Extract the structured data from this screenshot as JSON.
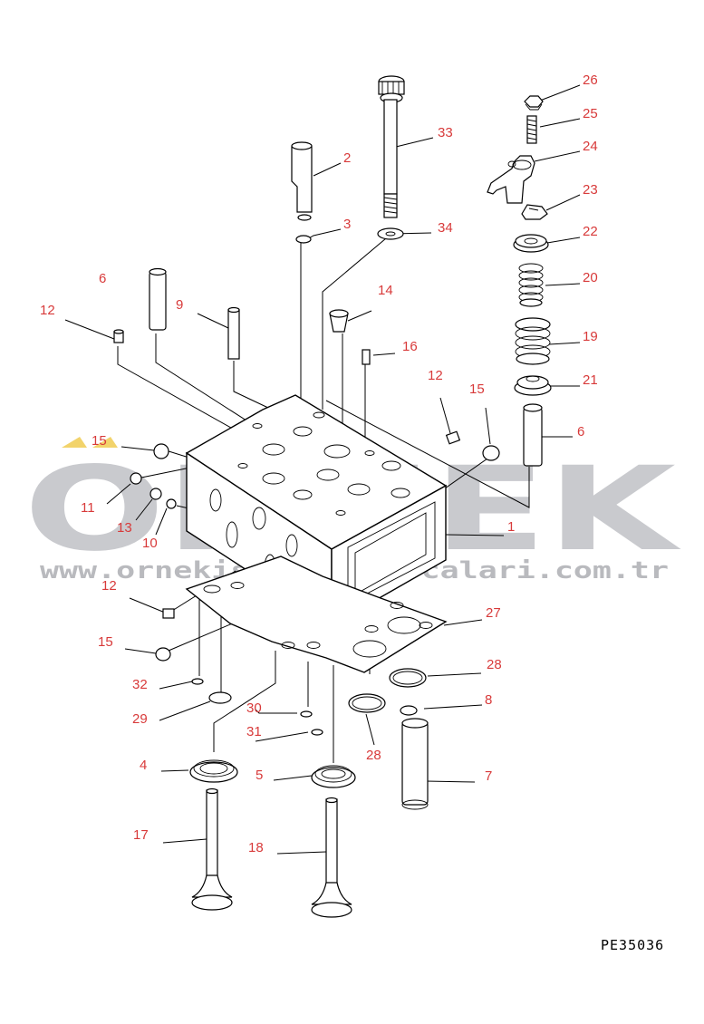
{
  "watermark": {
    "brand": "ORNEK",
    "url": "www.ornekismakinaparcalari.com.tr",
    "accent_color": "#f2d36b",
    "text_color": "#c9cace"
  },
  "drawing": {
    "code": "PE35036",
    "callout_color": "#d83a3a"
  },
  "callouts": [
    {
      "id": "c26",
      "label": "26"
    },
    {
      "id": "c25",
      "label": "25"
    },
    {
      "id": "c24",
      "label": "24"
    },
    {
      "id": "c23",
      "label": "23"
    },
    {
      "id": "c22",
      "label": "22"
    },
    {
      "id": "c20",
      "label": "20"
    },
    {
      "id": "c19",
      "label": "19"
    },
    {
      "id": "c21",
      "label": "21"
    },
    {
      "id": "c6b",
      "label": "6"
    },
    {
      "id": "c33",
      "label": "33"
    },
    {
      "id": "c34",
      "label": "34"
    },
    {
      "id": "c2",
      "label": "2"
    },
    {
      "id": "c3",
      "label": "3"
    },
    {
      "id": "c6a",
      "label": "6"
    },
    {
      "id": "c9",
      "label": "9"
    },
    {
      "id": "c12a",
      "label": "12"
    },
    {
      "id": "c14",
      "label": "14"
    },
    {
      "id": "c16",
      "label": "16"
    },
    {
      "id": "c12b",
      "label": "12"
    },
    {
      "id": "c15a",
      "label": "15"
    },
    {
      "id": "c15b",
      "label": "15"
    },
    {
      "id": "c11",
      "label": "11"
    },
    {
      "id": "c13",
      "label": "13"
    },
    {
      "id": "c10",
      "label": "10"
    },
    {
      "id": "c1",
      "label": "1"
    },
    {
      "id": "c12c",
      "label": "12"
    },
    {
      "id": "c27",
      "label": "27"
    },
    {
      "id": "c15c",
      "label": "15"
    },
    {
      "id": "c28a",
      "label": "28"
    },
    {
      "id": "c8",
      "label": "8"
    },
    {
      "id": "c32",
      "label": "32"
    },
    {
      "id": "c29",
      "label": "29"
    },
    {
      "id": "c30",
      "label": "30"
    },
    {
      "id": "c31",
      "label": "31"
    },
    {
      "id": "c28b",
      "label": "28"
    },
    {
      "id": "c4",
      "label": "4"
    },
    {
      "id": "c5",
      "label": "5"
    },
    {
      "id": "c7",
      "label": "7"
    },
    {
      "id": "c17",
      "label": "17"
    },
    {
      "id": "c18",
      "label": "18"
    }
  ]
}
